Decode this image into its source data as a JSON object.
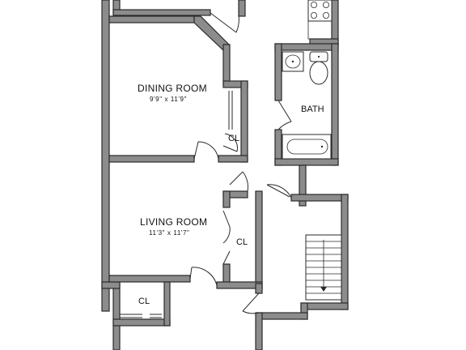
{
  "rooms": {
    "dining": {
      "name": "DINING ROOM",
      "dims": "9'9\" x 11'9\""
    },
    "living": {
      "name": "LIVING ROOM",
      "dims": "11'3\" x 11'7\""
    },
    "bath": {
      "name": "BATH"
    },
    "closet_dining": {
      "name": "CL"
    },
    "closet_living": {
      "name": "CL"
    },
    "closet_bottom": {
      "name": "CL"
    }
  },
  "colors": {
    "wall_fill": "#8c8c8c",
    "wall_stroke": "#2a2a2a",
    "background": "#ffffff"
  },
  "icons": [
    "stove-icon",
    "sink-icon",
    "toilet-icon",
    "bathtub-icon",
    "stairs-icon"
  ]
}
